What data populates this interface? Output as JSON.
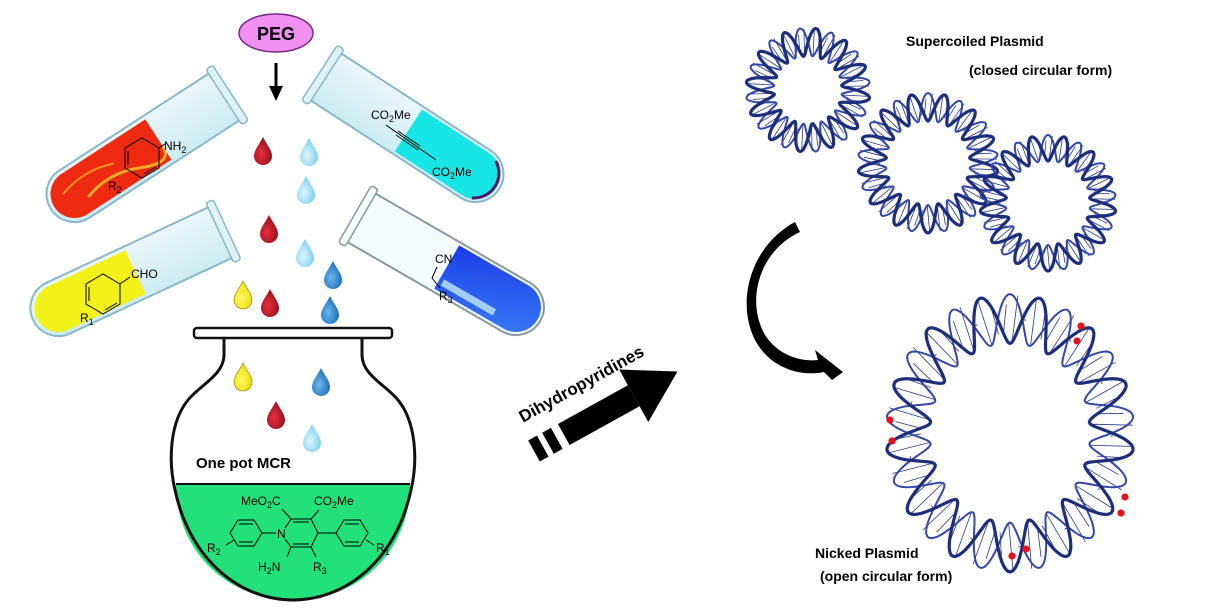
{
  "reagent_label": "PEG",
  "tubes": [
    {
      "id": "amine",
      "substituent": "NH2",
      "ring_group": "R2",
      "color": "#ee2a10"
    },
    {
      "id": "alkyne",
      "top_group": "CO2Me",
      "bottom_group": "CO2Me",
      "color": "#18e6e6"
    },
    {
      "id": "aldehyde",
      "substituent": "CHO",
      "ring_group": "R1",
      "color": "#f2f21a"
    },
    {
      "id": "nitrile",
      "substituent": "CN",
      "ring_group": "R3",
      "color": "#1a4ef0"
    }
  ],
  "flask": {
    "label": "One pot MCR",
    "liquid_color": "#22e07a",
    "product": {
      "ester_left": "MeO2C",
      "ester_right": "CO2Me",
      "ring_n": "N",
      "amino": "H2N",
      "r_left": "R2",
      "r_right": "R1",
      "r_bottom": "R3"
    }
  },
  "arrow_label": "Dihydropyridines",
  "plasmids": {
    "supercoiled_title": "Supercoiled Plasmid",
    "supercoiled_sub": "(closed circular form)",
    "nicked_title": "Nicked Plasmid",
    "nicked_sub": "(open circular form)",
    "dna_color": "#1d2f7a",
    "nick_color": "#e8111a"
  },
  "drop_colors": {
    "red": "#b81020",
    "light_blue": "#7fd8f5",
    "blue": "#1e78c8",
    "yellow": "#f5e600"
  }
}
